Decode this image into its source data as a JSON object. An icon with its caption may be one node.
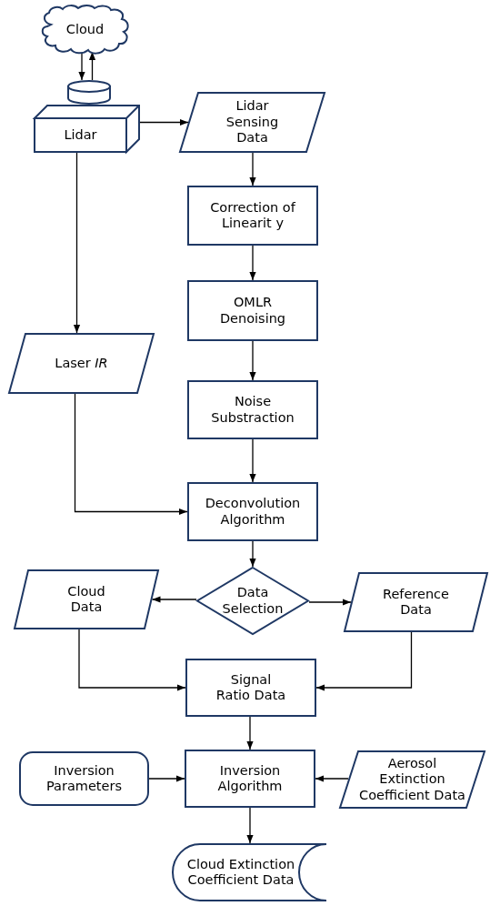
{
  "diagram": {
    "nodes": [
      {
        "text": [
          "Cloud"
        ]
      },
      {
        "text": [],
        "shape": "cylinder"
      },
      {
        "text": [
          "Lidar"
        ]
      },
      {
        "text": [
          "Lidar Sensing Data"
        ]
      },
      {
        "text": [
          "Correction of Linearit y"
        ]
      },
      {
        "text": [
          "OMLR Denoising"
        ]
      },
      {
        "text": [
          "Laser *IR*"
        ]
      },
      {
        "text": [
          "Noise Substraction"
        ]
      },
      {
        "text": [
          "Deconvolution Algorithm"
        ]
      },
      {
        "text": [
          "Data Selection"
        ]
      },
      {
        "text": [
          "Cloud Data"
        ]
      },
      {
        "text": [
          "Reference Data"
        ]
      },
      {
        "text": [
          "Signal Ratio Data"
        ]
      },
      {
        "text": [
          "Inversion Parameters"
        ]
      },
      {
        "text": [
          "Inversion Algorithm"
        ]
      },
      {
        "text": [
          "Aerosol Extinction Coefficient Data"
        ]
      },
      {
        "text": [
          "Cloud Extinction Coefficient Data"
        ]
      }
    ],
    "edges": [
      {
        "from": 0,
        "to": 1,
        "arrow": "to"
      },
      {
        "from": 1,
        "to": 0,
        "arrow": "to"
      },
      {
        "from": 2,
        "to": 3,
        "arrow": "to"
      },
      {
        "from": 2,
        "to": 6,
        "arrow": "to"
      },
      {
        "from": 3,
        "to": 4,
        "arrow": "to"
      },
      {
        "from": 4,
        "to": 5,
        "arrow": "to"
      },
      {
        "from": 5,
        "to": 7,
        "arrow": "to"
      },
      {
        "from": 7,
        "to": 8,
        "arrow": "to"
      },
      {
        "from": 6,
        "to": 8,
        "arrow": "to"
      },
      {
        "from": 8,
        "to": 9,
        "arrow": "to"
      },
      {
        "from": 9,
        "to": 10,
        "arrow": "to"
      },
      {
        "from": 9,
        "to": 11,
        "arrow": "to"
      },
      {
        "from": 10,
        "to": 12,
        "arrow": "to"
      },
      {
        "from": 11,
        "to": 12,
        "arrow": "to"
      },
      {
        "from": 12,
        "to": 14,
        "arrow": "to"
      },
      {
        "from": 13,
        "to": 14,
        "arrow": "to"
      },
      {
        "from": 15,
        "to": 14,
        "arrow": "to"
      },
      {
        "from": 14,
        "to": 16,
        "arrow": "to"
      }
    ]
  }
}
